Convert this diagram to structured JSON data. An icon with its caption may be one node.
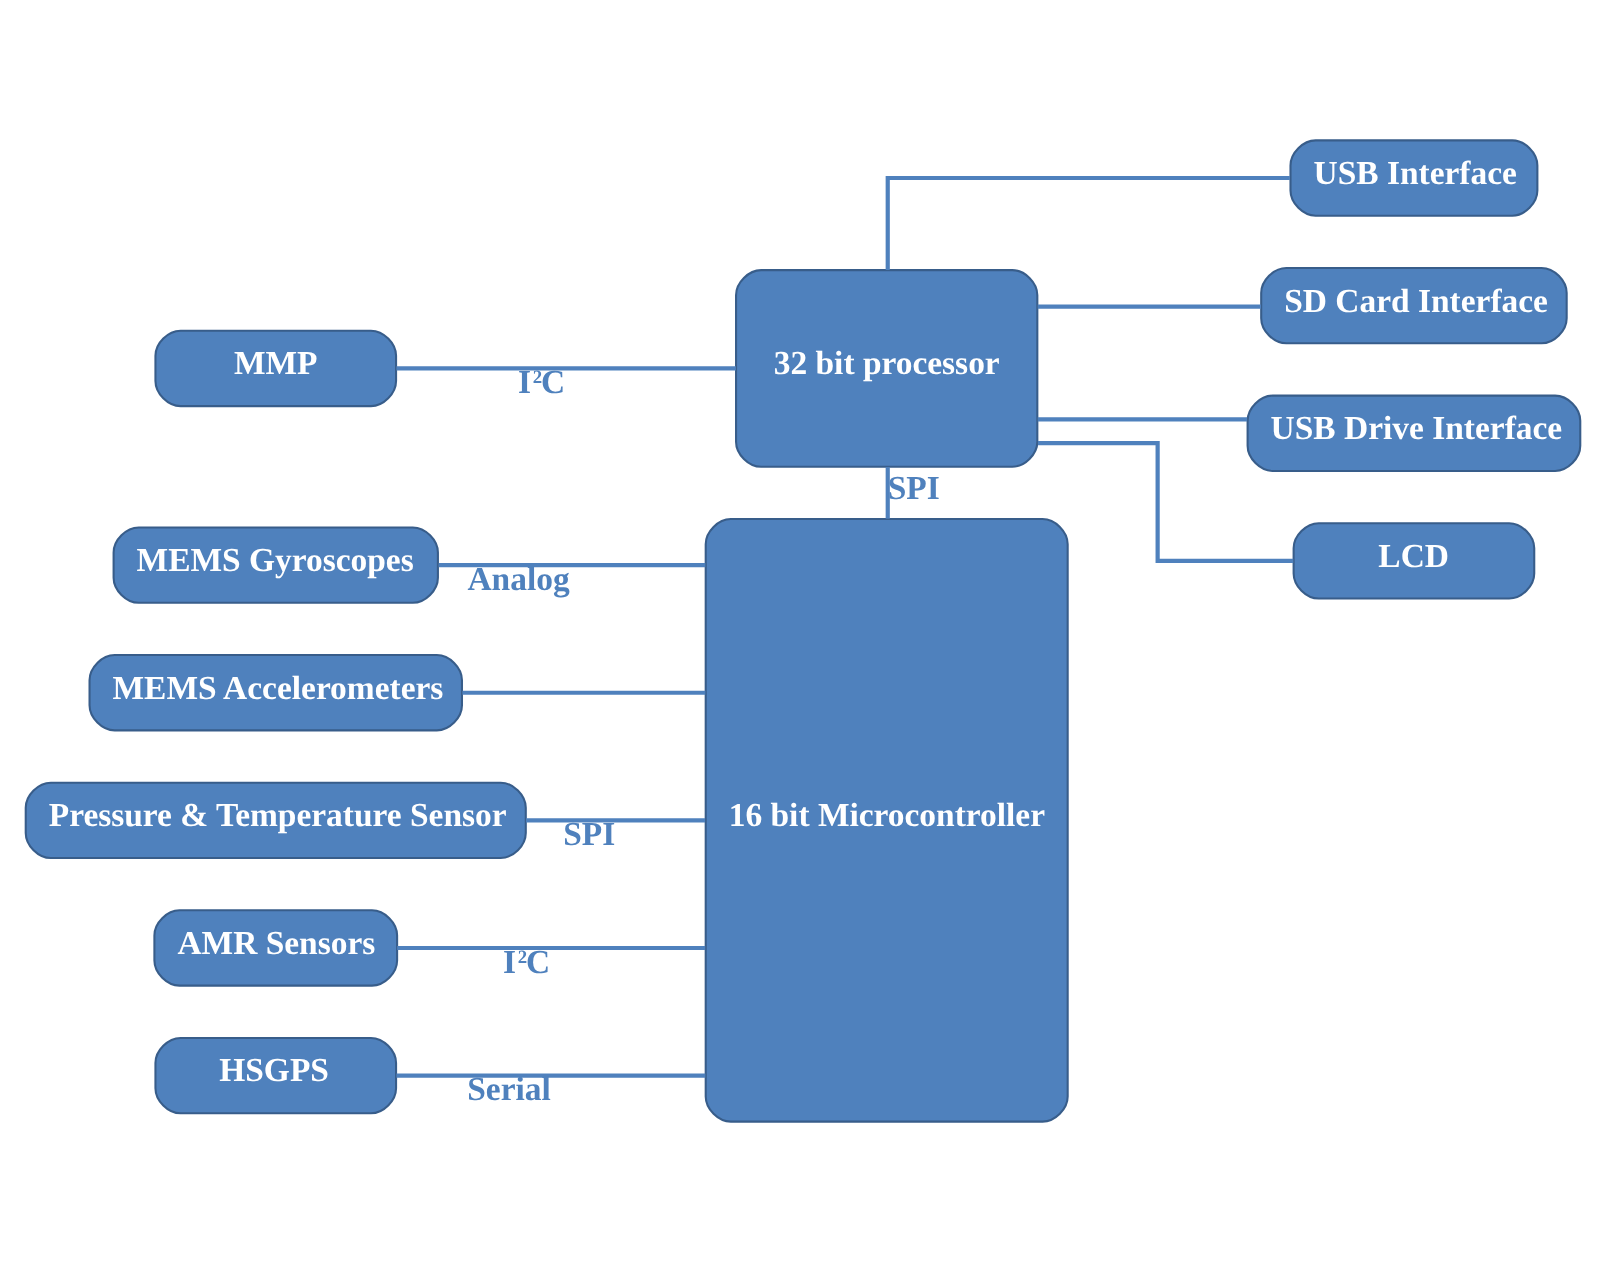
{
  "diagram": {
    "nodes": [
      {
        "text": [
          "MMP"
        ]
      },
      {
        "text": [
          "32 bit processor"
        ]
      },
      {
        "text": [
          "USB Interface"
        ]
      },
      {
        "text": [
          "SD Card Interface"
        ]
      },
      {
        "text": [
          "USB Drive Interface"
        ]
      },
      {
        "text": [
          "LCD"
        ]
      },
      {
        "text": [
          "MEMS Gyroscopes"
        ]
      },
      {
        "text": [
          "MEMS Accelerometers"
        ]
      },
      {
        "text": [
          "16 bit Microcontroller"
        ]
      },
      {
        "text": [
          "Pressure & Temperature Sensor"
        ]
      },
      {
        "text": [
          "AMR Sensors"
        ]
      },
      {
        "text": [
          "HSGPS"
        ]
      }
    ],
    "edges": [
      {
        "from": 0,
        "to": 1,
        "arrow": "none",
        "label": "I$^{2}$C"
      },
      {
        "from": 1,
        "to": 2,
        "arrow": "none"
      },
      {
        "from": 1,
        "to": 3,
        "arrow": "none"
      },
      {
        "from": 1,
        "to": 4,
        "arrow": "none"
      },
      {
        "from": 1,
        "to": 5,
        "arrow": "none"
      },
      {
        "from": 1,
        "to": 8,
        "arrow": "none",
        "label": "SPI"
      },
      {
        "from": 6,
        "to": 8,
        "arrow": "none",
        "label": "Analog"
      },
      {
        "from": 7,
        "to": 8,
        "arrow": "none"
      },
      {
        "from": 9,
        "to": 8,
        "arrow": "none",
        "label": "SPI"
      },
      {
        "from": 10,
        "to": 8,
        "arrow": "none",
        "label": "I$^{2}$C"
      },
      {
        "from": 11,
        "to": 8,
        "arrow": "none",
        "label": "Serial"
      }
    ]
  }
}
